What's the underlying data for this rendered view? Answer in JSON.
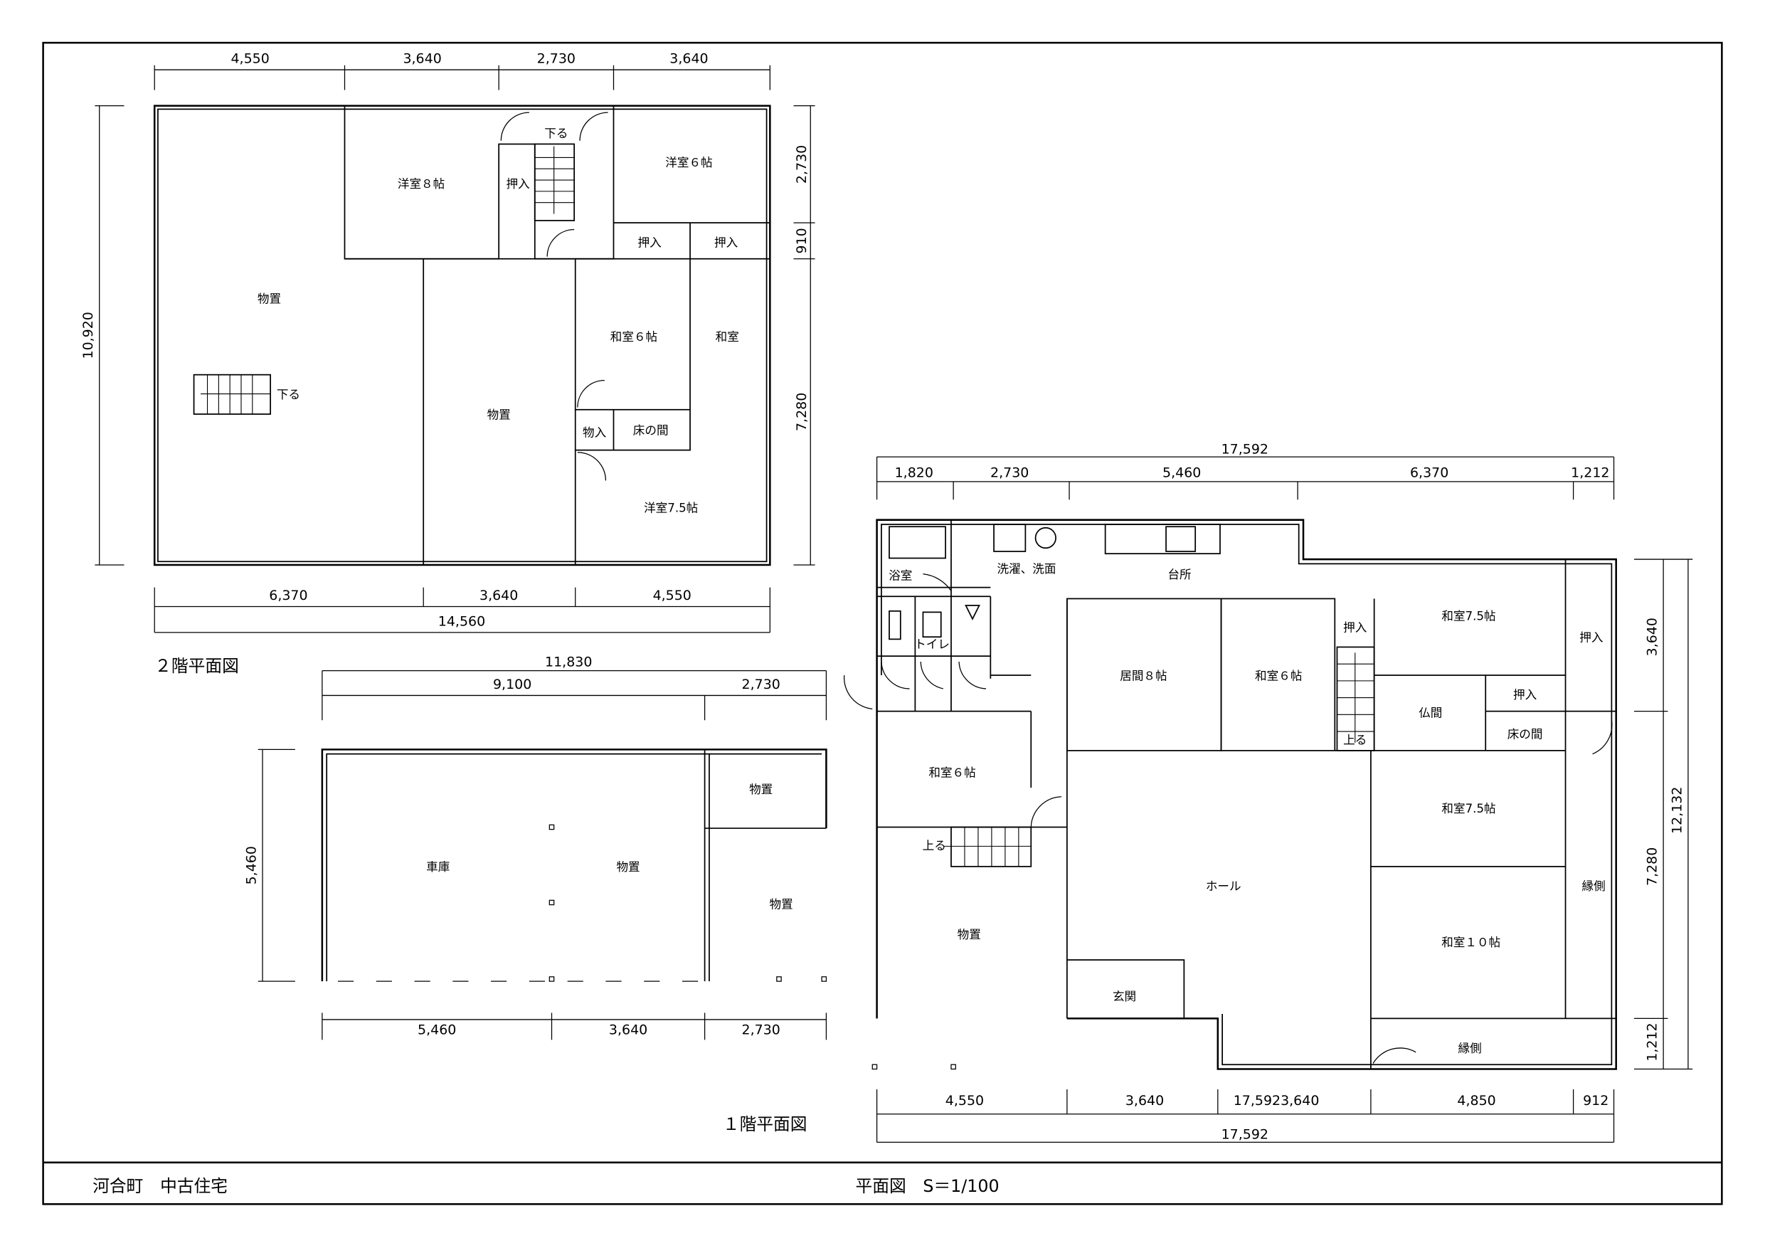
{
  "title_block": {
    "project": "河合町　中古住宅",
    "drawing": "平面図　S＝1/100"
  },
  "floor2": {
    "title": "２階平面図",
    "dims_top": [
      "4,550",
      "3,640",
      "2,730",
      "3,640"
    ],
    "dim_left": "10,920",
    "dims_right": [
      "2,730",
      "910",
      "7,280"
    ],
    "dims_bottom": [
      "6,370",
      "3,640",
      "4,550"
    ],
    "dim_total_bottom": "14,560",
    "rooms": [
      "洋室８帖",
      "押入",
      "下る",
      "洋室６帖",
      "押入",
      "押入",
      "物置",
      "下る",
      "物置",
      "和室６帖",
      "和室",
      "物入",
      "床の間",
      "洋室7.5帖"
    ]
  },
  "garage": {
    "dim_total_top": "11,830",
    "dims_top": [
      "9,100",
      "2,730"
    ],
    "dim_left": "5,460",
    "dims_bottom": [
      "5,460",
      "3,640",
      "2,730"
    ],
    "rooms": [
      "車庫",
      "物置",
      "物置",
      "物置"
    ]
  },
  "floor1": {
    "title": "１階平面図",
    "dim_total_top": "17,592",
    "dims_top": [
      "1,820",
      "2,730",
      "5,460",
      "6,370",
      "1,212"
    ],
    "dims_right": [
      "3,640",
      "7,280",
      "1,212"
    ],
    "dim_total_right": "12,132",
    "dims_bottom": [
      "4,550",
      "3,640",
      "17,5923,640",
      "4,850",
      "912"
    ],
    "dim_total_bottom": "17,592",
    "rooms": [
      "浴室",
      "洗濯、洗面",
      "台所",
      "トイレ",
      "居間８帖",
      "和室６帖",
      "押入",
      "上る",
      "和室7.5帖",
      "押入",
      "押入",
      "仏間",
      "床の間",
      "和室６帖",
      "上る",
      "物置",
      "ホール",
      "玄関",
      "和室7.5帖",
      "和室１０帖",
      "縁側",
      "縁側"
    ]
  }
}
